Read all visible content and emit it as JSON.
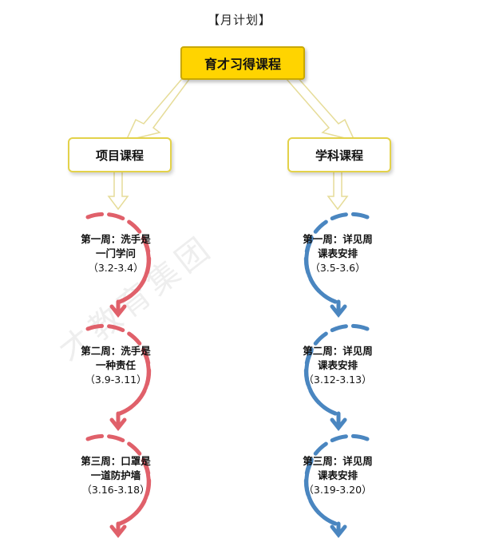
{
  "title": "【月计划】",
  "root": {
    "label": "育才习得课程"
  },
  "watermark": "才教育集团",
  "colors": {
    "root_fill": "#ffd400",
    "arrow_outline": "#e8e2a6",
    "project_circle": "#e0606a",
    "subject_circle": "#4a86c0"
  },
  "branches": [
    {
      "label": "项目课程",
      "weeks": [
        {
          "title": "第一周：洗手是",
          "title2": "一门学问",
          "range": "（3.2-3.4）"
        },
        {
          "title": "第二周：洗手是",
          "title2": "一种责任",
          "range": "（3.9-3.11）"
        },
        {
          "title": "第三周：口罩是",
          "title2": "一道防护墙",
          "range": "（3.16-3.18）"
        }
      ]
    },
    {
      "label": "学科课程",
      "weeks": [
        {
          "title": "第一周：详见周",
          "title2": "课表安排",
          "range": "（3.5-3.6）"
        },
        {
          "title": "第二周：详见周",
          "title2": "课表安排",
          "range": "（3.12-3.13）"
        },
        {
          "title": "第三周：详见周",
          "title2": "课表安排",
          "range": "（3.19-3.20）"
        }
      ]
    }
  ]
}
